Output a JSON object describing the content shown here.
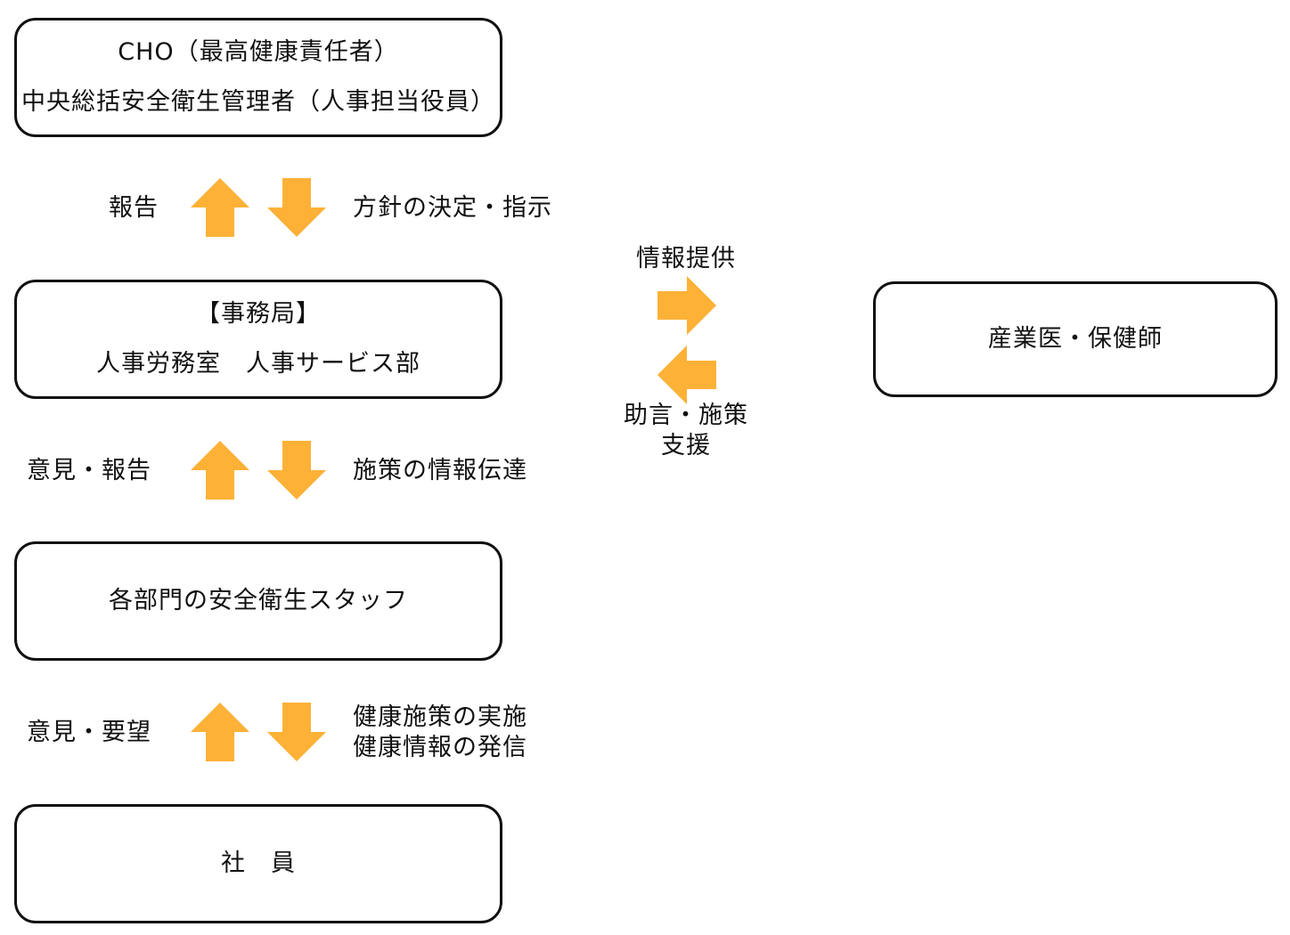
{
  "colors": {
    "arrow": "#FDB137",
    "box_border": "#111111",
    "text": "#111111"
  },
  "boxes": {
    "cho": {
      "line1": "CHO（最高健康責任者）",
      "line2": "中央総括安全衛生管理者（人事担当役員）"
    },
    "secretariat": {
      "line1": "【事務局】",
      "line2": "人事労務室　人事サービス部"
    },
    "dept_staff": {
      "line1": "各部門の安全衛生スタッフ"
    },
    "employees": {
      "line1": "社　員"
    },
    "industrial_physician": {
      "line1": "産業医・保健師"
    }
  },
  "labels": {
    "tier1_up": "報告",
    "tier1_down": "方針の決定・指示",
    "tier2_up": "意見・報告",
    "tier2_down": "施策の情報伝達",
    "tier3_up": "意見・要望",
    "tier3_down_line1": "健康施策の実施",
    "tier3_down_line2": "健康情報の発信",
    "side_right": "情報提供",
    "side_left_line1": "助言・施策",
    "side_left_line2": "支援"
  },
  "icons": {
    "up": "arrow-up-icon",
    "down": "arrow-down-icon",
    "right": "arrow-right-icon",
    "left": "arrow-left-icon"
  }
}
